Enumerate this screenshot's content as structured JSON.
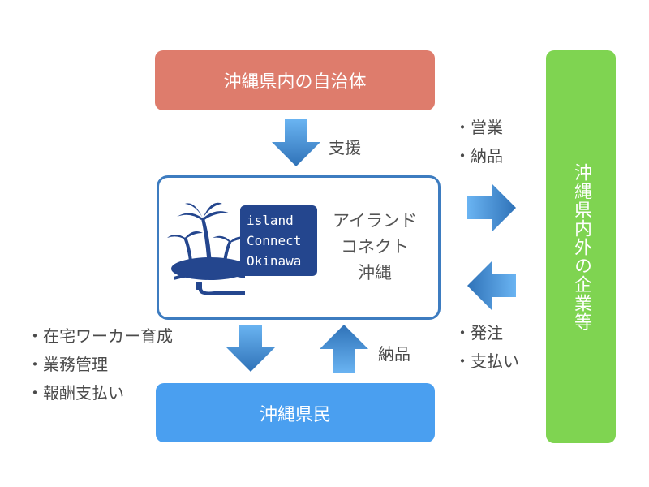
{
  "nodes": {
    "government": {
      "label": "沖縄県内の自治体",
      "color": "#de7c6c"
    },
    "center": {
      "logo_lines": [
        "island",
        "Connect",
        "Okinawa"
      ],
      "name_lines": [
        "アイランド",
        "コネクト",
        "沖縄"
      ],
      "border_color": "#3d7cc0",
      "logo_color": "#24468e"
    },
    "residents": {
      "label": "沖縄県民",
      "color": "#4a9ff0"
    },
    "companies": {
      "label": "沖縄県内外の企業等",
      "color": "#7fd451"
    }
  },
  "edges": {
    "gov_to_center": {
      "label": "支援",
      "direction": "down"
    },
    "center_to_companies": {
      "direction": "right",
      "items": [
        "・営業",
        "・納品"
      ]
    },
    "companies_to_center": {
      "direction": "left",
      "items": [
        "・発注",
        "・支払い"
      ]
    },
    "center_to_residents": {
      "direction": "down",
      "items": [
        "・在宅ワーカー育成",
        "・業務管理",
        "・報酬支払い"
      ]
    },
    "residents_to_center": {
      "label": "納品",
      "direction": "up"
    }
  }
}
